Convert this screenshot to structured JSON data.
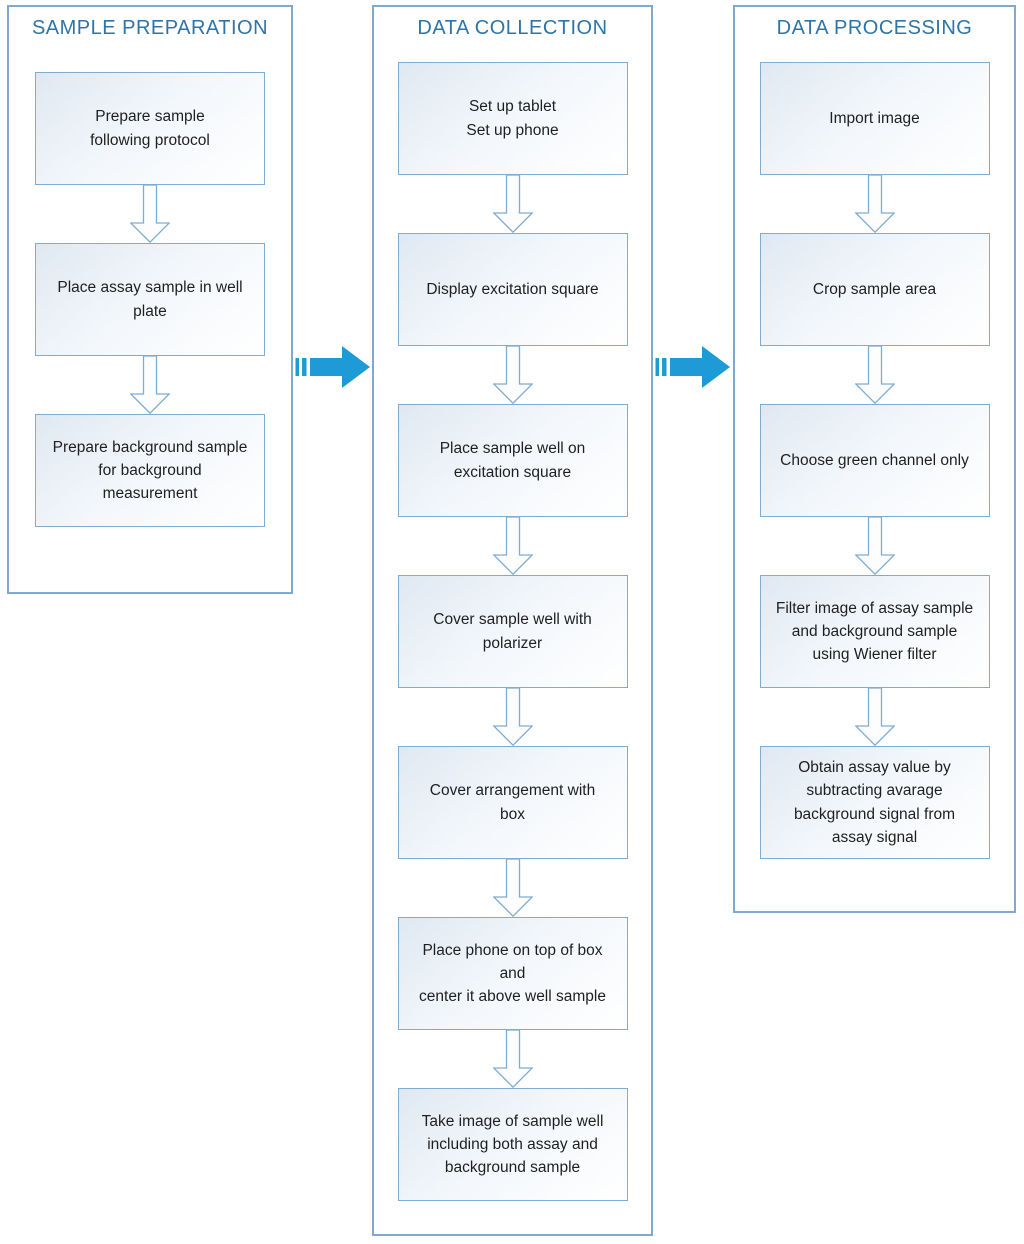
{
  "diagram": {
    "columns": [
      {
        "id": "sample-preparation",
        "title": "SAMPLE PREPARATION",
        "steps": [
          "Prepare sample\nfollowing protocol",
          "Place assay sample in well\nplate",
          "Prepare background sample\nfor background\nmeasurement"
        ]
      },
      {
        "id": "data-collection",
        "title": "DATA COLLECTION",
        "steps": [
          "Set up tablet\nSet up phone",
          "Display excitation square",
          "Place sample well on\nexcitation square",
          "Cover sample well with\npolarizer",
          "Cover arrangement with\nbox",
          "Place phone on top of box\nand\ncenter it above well sample",
          "Take image of sample well\nincluding both assay and\nbackground sample"
        ]
      },
      {
        "id": "data-processing",
        "title": "DATA PROCESSING",
        "steps": [
          "Import image",
          "Crop sample area",
          "Choose green channel only",
          "Filter image of assay sample\nand background sample\nusing Wiener filter",
          "Obtain assay value by\nsubtracting avarage\nbackground signal from\nassay signal"
        ]
      }
    ],
    "connectors": [
      {
        "from": "sample-preparation",
        "to": "data-collection"
      },
      {
        "from": "data-collection",
        "to": "data-processing"
      }
    ],
    "colors": {
      "title_text": "#2e74a8",
      "panel_border": "#7fa9cf",
      "box_border": "#7fadd2",
      "box_fill_top": "#dfe8f2",
      "box_fill_mid": "#f3f7fb",
      "flow_arrow": "#1e9ad6",
      "step_arrow_outline": "#7fadd2",
      "body_text": "#1f1f1f"
    }
  }
}
